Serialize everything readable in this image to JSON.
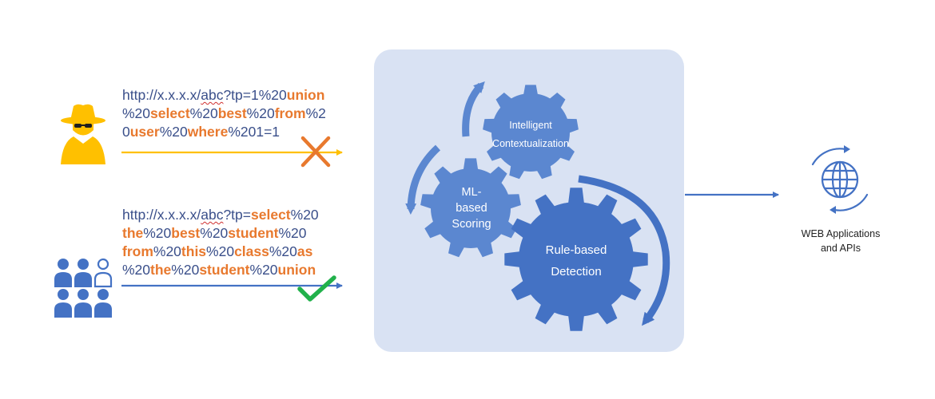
{
  "malicious_request": {
    "lines": [
      [
        {
          "t": "http://x.x.x.x/",
          "k": false
        },
        {
          "t": "abc",
          "k": false,
          "sq": true
        },
        {
          "t": "?tp=1%20",
          "k": false
        },
        {
          "t": "union",
          "k": true
        }
      ],
      [
        {
          "t": "%20",
          "k": false
        },
        {
          "t": "select",
          "k": true
        },
        {
          "t": "%20",
          "k": false
        },
        {
          "t": "best",
          "k": true
        },
        {
          "t": "%20",
          "k": false
        },
        {
          "t": "from",
          "k": true
        },
        {
          "t": "%2",
          "k": false
        }
      ],
      [
        {
          "t": "0",
          "k": false
        },
        {
          "t": "user",
          "k": true
        },
        {
          "t": "%20",
          "k": false
        },
        {
          "t": "where",
          "k": true
        },
        {
          "t": "%201=1",
          "k": false
        }
      ]
    ]
  },
  "legit_request": {
    "lines": [
      [
        {
          "t": "http://x.x.x.x/",
          "k": false
        },
        {
          "t": "abc",
          "k": false,
          "sq": true
        },
        {
          "t": "?tp=",
          "k": false
        },
        {
          "t": "select",
          "k": true
        },
        {
          "t": "%20",
          "k": false
        }
      ],
      [
        {
          "t": "the",
          "k": true
        },
        {
          "t": "%20",
          "k": false
        },
        {
          "t": "best",
          "k": true
        },
        {
          "t": "%20",
          "k": false
        },
        {
          "t": "student",
          "k": true
        },
        {
          "t": "%20",
          "k": false
        }
      ],
      [
        {
          "t": "from",
          "k": true
        },
        {
          "t": "%20",
          "k": false
        },
        {
          "t": "this",
          "k": true
        },
        {
          "t": "%20",
          "k": false
        },
        {
          "t": "class",
          "k": true
        },
        {
          "t": "%20",
          "k": false
        },
        {
          "t": "as",
          "k": true
        }
      ],
      [
        {
          "t": "%20",
          "k": false
        },
        {
          "t": "the",
          "k": true
        },
        {
          "t": "%20",
          "k": false
        },
        {
          "t": "student",
          "k": true
        },
        {
          "t": "%20",
          "k": false
        },
        {
          "t": "union",
          "k": true
        }
      ]
    ]
  },
  "gears": {
    "intelligent": "Intelligent",
    "contextualization": "Contextualization",
    "ml_line1": "ML-",
    "ml_line2": "based",
    "ml_line3": "Scoring",
    "rule_line1": "Rule-based",
    "rule_line2": "Detection"
  },
  "web_apps": {
    "line1": "WEB Applications",
    "line2": "and APIs"
  },
  "colors": {
    "keyword": "#e8792e",
    "url_text": "#3a4f8a",
    "attacker": "#ffc000",
    "users": "#4472c4",
    "panel_bg": "#d9e2f3",
    "gear_big": "#4472c4",
    "gear_small": "#5b87d0",
    "arrow_block": "#e8792e",
    "check": "#21b14b"
  },
  "icons": [
    "hacker-icon",
    "users-group-icon",
    "globe-icon",
    "blocked-x-icon",
    "allowed-check-icon"
  ]
}
